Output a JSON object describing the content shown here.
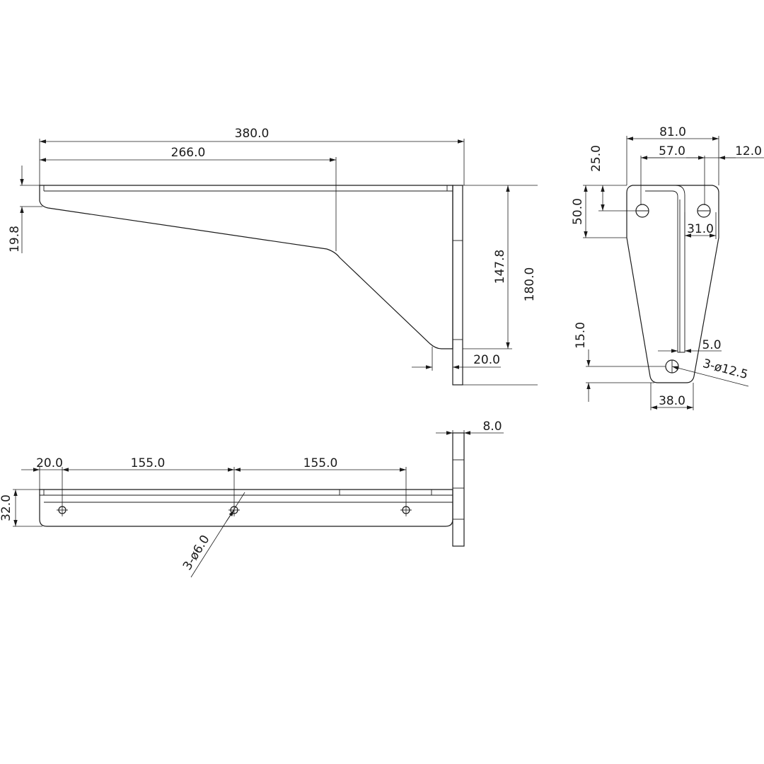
{
  "side_view": {
    "dim_length": "380.0",
    "dim_slope_start": "266.0",
    "dim_tip_height": "19.8",
    "dim_inner_height": "147.8",
    "dim_total_height": "180.0",
    "dim_flange": "20.0"
  },
  "end_view": {
    "dim_width": "81.0",
    "dim_hole_spacing": "57.0",
    "dim_flange_right": "12.0",
    "dim_top_to_hole": "25.0",
    "dim_top_section": "50.0",
    "dim_hole_right": "31.0",
    "dim_bottom_hole": "15.0",
    "dim_wall": "5.0",
    "dim_hole_callout": "3-ø12.5",
    "dim_bottom_width": "38.0"
  },
  "top_view": {
    "dim_edge_to_hole": "20.0",
    "dim_pitch_1": "155.0",
    "dim_pitch_2": "155.0",
    "dim_width": "32.0",
    "dim_thickness": "8.0",
    "dim_hole_callout": "3-ø6.0"
  }
}
